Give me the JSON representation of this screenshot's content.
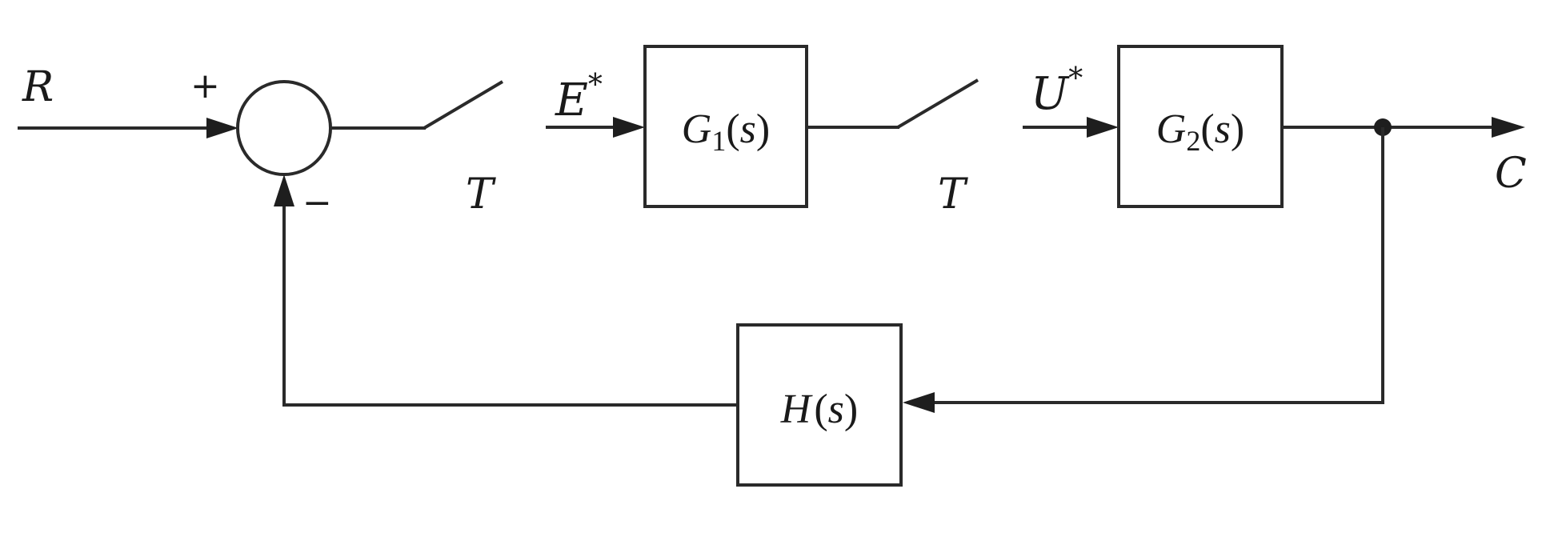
{
  "signals": {
    "input": "R",
    "output": "C",
    "sampled_error": "E",
    "sampled_control": "U",
    "star": "*",
    "sampler_period": "T"
  },
  "summing_junction": {
    "plus_sign": "+",
    "minus_sign": "−"
  },
  "blocks": {
    "g1": {
      "symbol": "G",
      "subscript": "1",
      "arg_open": "(",
      "arg": "s",
      "arg_close": ")"
    },
    "g2": {
      "symbol": "G",
      "subscript": "2",
      "arg_open": "(",
      "arg": "s",
      "arg_close": ")"
    },
    "h": {
      "symbol": "H",
      "arg_open": "(",
      "arg": "s",
      "arg_close": ")"
    }
  }
}
